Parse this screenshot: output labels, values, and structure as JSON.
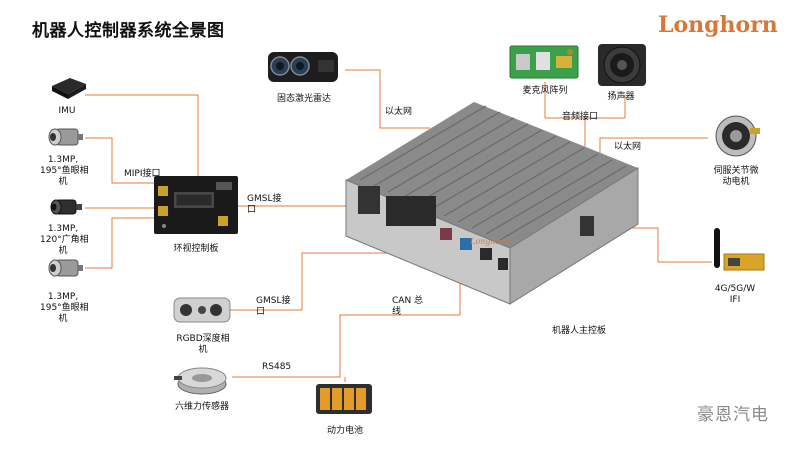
{
  "title": "机器人控制器系统全景图",
  "brand": "Longhorn",
  "watermark": "豪恩汽电",
  "colors": {
    "wire": "#e07b3c",
    "brand": "#d9773a"
  },
  "components": {
    "imu": "IMU",
    "camera1": [
      "1.3MP,",
      "195°鱼眼相",
      "机"
    ],
    "camera2": [
      "1.3MP,",
      "120°广角相",
      "机"
    ],
    "camera3": [
      "1.3MP,",
      "195°鱼眼相",
      "机"
    ],
    "surround_board": "环视控制板",
    "lidar": "固态激光雷达",
    "mic_array": "麦克风阵列",
    "speaker": "扬声器",
    "servo_motor": [
      "伺服关节微",
      "动电机"
    ],
    "wifi": [
      "4G/5G/W",
      "IFI"
    ],
    "rgbd_camera": [
      "RGBD深度相",
      "机"
    ],
    "force_sensor": "六维力传感器",
    "battery": "动力电池",
    "main_board": "机器人主控板",
    "main_board_brand": "Longhorn"
  },
  "links": {
    "mipi": "MIPI接口",
    "gmsl1": [
      "GMSL接",
      "口"
    ],
    "gmsl2": [
      "GMSL接",
      "口"
    ],
    "ethernet1": "以太网",
    "audio": "音频接口",
    "ethernet2": "以太网",
    "can": [
      "CAN 总",
      "线"
    ],
    "rs485": "RS485"
  }
}
